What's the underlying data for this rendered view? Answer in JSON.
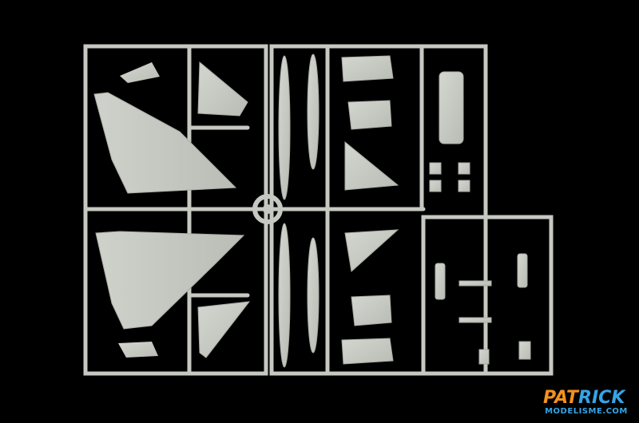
{
  "photo": {
    "subject": "plastic model kit sprue",
    "background": "#000000",
    "plastic_color": "#c9cbc5"
  },
  "watermark": {
    "brand_part1": "PAT",
    "brand_part2": "RICK",
    "site": "MODELISME.COM",
    "colors": {
      "orange": "#f2931e",
      "blue": "#35a4e6"
    }
  }
}
